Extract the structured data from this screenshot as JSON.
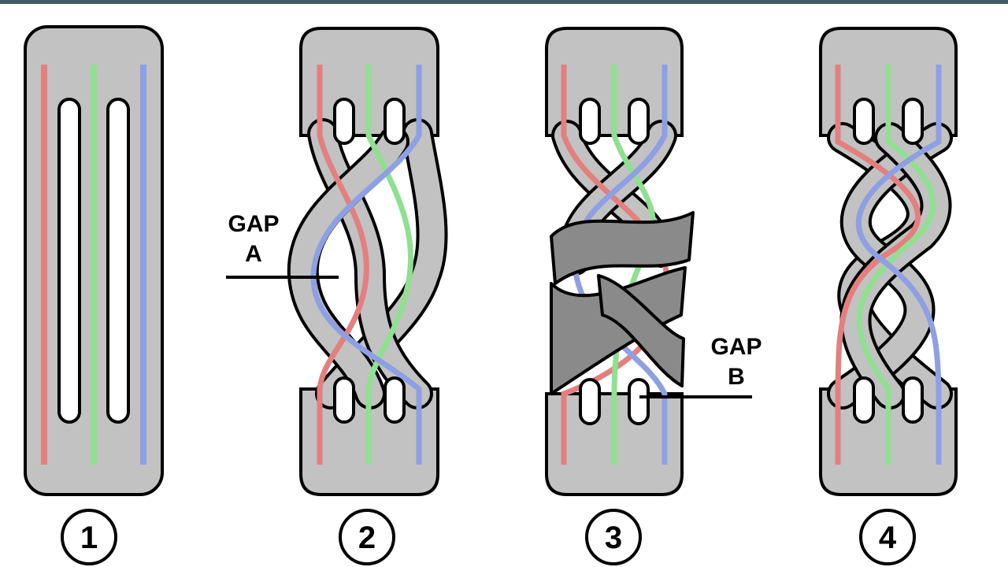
{
  "colors": {
    "slab": "#c2c2c2",
    "slab_dark": "#8a8a8a",
    "outline": "#000000",
    "strand_red": "#e47f7f",
    "strand_green": "#8fe08f",
    "strand_blue": "#8f9fe4",
    "slot": "#ffffff",
    "top_bar": "#3f5d62"
  },
  "steps": [
    {
      "number": "1"
    },
    {
      "number": "2"
    },
    {
      "number": "3"
    },
    {
      "number": "4"
    }
  ],
  "gaps": [
    {
      "line1": "GAP",
      "line2": "A"
    },
    {
      "line1": "GAP",
      "line2": "B"
    }
  ]
}
